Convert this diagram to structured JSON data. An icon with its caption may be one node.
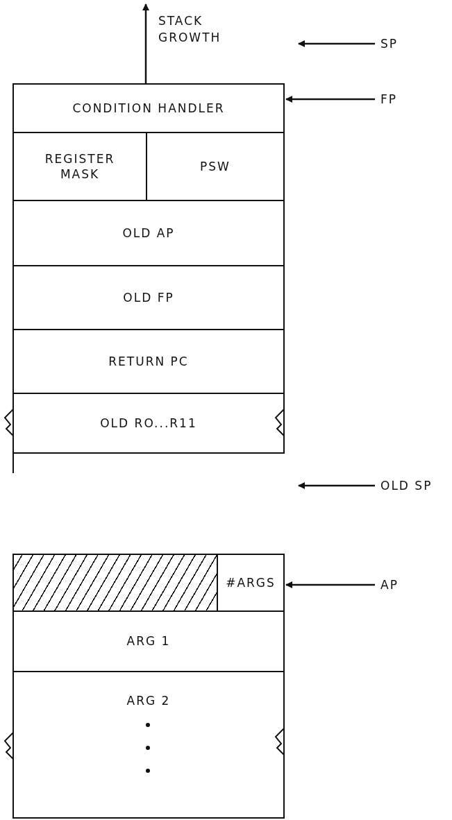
{
  "diagram": {
    "nodes": [
      {
        "text": [
          "CONDITION HANDLER"
        ]
      },
      {
        "text": [
          "REGISTER MASK"
        ]
      },
      {
        "text": [
          "PSW"
        ]
      },
      {
        "text": [
          "OLD AP"
        ]
      },
      {
        "text": [
          "OLD FP"
        ]
      },
      {
        "text": [
          "RETURN PC"
        ]
      },
      {
        "text": [
          "OLD RO...R11"
        ]
      },
      {
        "text": [],
        "shape": "box"
      },
      {
        "text": [
          "#ARGS"
        ]
      },
      {
        "text": [
          "ARG 1"
        ]
      },
      {
        "text": [
          "ARG 2"
        ]
      },
      {
        "text": [
          "SP"
        ]
      },
      {
        "text": [
          "FP"
        ]
      },
      {
        "text": [
          "OLD SP"
        ]
      },
      {
        "text": [
          "AP"
        ]
      }
    ],
    "edges": [
      {
        "from": 11,
        "to": null,
        "arrow": "to"
      },
      {
        "from": 12,
        "to": 0,
        "arrow": "to"
      },
      {
        "from": 13,
        "to": null,
        "arrow": "to"
      },
      {
        "from": 14,
        "to": 8,
        "arrow": "to"
      }
    ],
    "labels": [
      "STACK GROWTH"
    ]
  }
}
